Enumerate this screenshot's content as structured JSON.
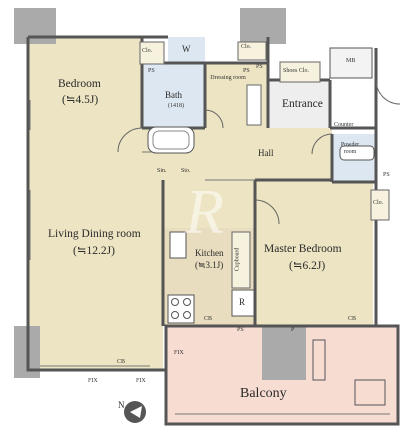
{
  "rooms": {
    "bedroom": {
      "name": "Bedroom",
      "size": "(≒4.5J)"
    },
    "living": {
      "name": "Living Dining room",
      "size": "(≒12.2J)"
    },
    "kitchen": {
      "name": "Kitchen",
      "size": "(≒3.1J)"
    },
    "master": {
      "name": "Master Bedroom",
      "size": "(≒6.2J)"
    },
    "bath": {
      "name": "Bath",
      "size": "(1418)"
    },
    "dressing": "Dressing room",
    "entrance": "Entrance",
    "hall": "Hall",
    "powder": "Powder room",
    "balcony": "Balcony"
  },
  "marks": {
    "clo": "Clo.",
    "w": "W",
    "ps": "PS",
    "mb": "MB",
    "shoes": "Shoes Clo.",
    "counter": "Counter",
    "cupboard": "Cupboard",
    "r": "R",
    "cb": "CB",
    "fix": "FIX",
    "p": "P",
    "sin": "Sin.",
    "sto": "Sto."
  },
  "compass": "N",
  "watermark": "R"
}
